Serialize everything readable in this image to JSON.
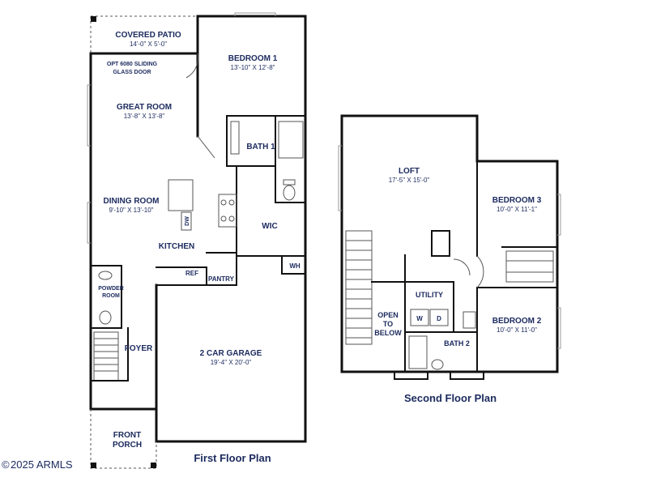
{
  "first_floor": {
    "title": "First Floor Plan",
    "covered_patio": {
      "name": "COVERED PATIO",
      "dims": "14'-0\" X 5'-0\""
    },
    "sliding_door": {
      "line1": "OPT 6080 SLIDING",
      "line2": "GLASS DOOR"
    },
    "great_room": {
      "name": "GREAT ROOM",
      "dims": "13'-8\" X 13'-8\""
    },
    "bedroom1": {
      "name": "BEDROOM 1",
      "dims": "13'-10\" X 12'-8\""
    },
    "bath1": {
      "name": "BATH 1"
    },
    "dining_room": {
      "name": "DINING ROOM",
      "dims": "9'-10\" X 13'-10\""
    },
    "dw": "DW",
    "wic": "WIC",
    "kitchen": "KITCHEN",
    "ref": "REF",
    "pantry": "PANTRY",
    "wh": "WH",
    "powder_room": {
      "line1": "POWDER",
      "line2": "ROOM"
    },
    "foyer": "FOYER",
    "garage": {
      "name": "2 CAR GARAGE",
      "dims": "19'-4\" X 20'-0\""
    },
    "front_porch": {
      "line1": "FRONT",
      "line2": "PORCH"
    }
  },
  "second_floor": {
    "title": "Second Floor Plan",
    "loft": {
      "name": "LOFT",
      "dims": "17'-5\" X 15'-0\""
    },
    "bedroom3": {
      "name": "BEDROOM 3",
      "dims": "10'-0\" X 11'-1\""
    },
    "bedroom2": {
      "name": "BEDROOM 2",
      "dims": "10'-0\" X 11'-0\""
    },
    "utility": "UTILITY",
    "w": "W",
    "d": "D",
    "open_to_below": {
      "line1": "OPEN",
      "line2": "TO",
      "line3": "BELOW"
    },
    "bath2": "BATH 2"
  },
  "copyright": "2025 ARMLS"
}
